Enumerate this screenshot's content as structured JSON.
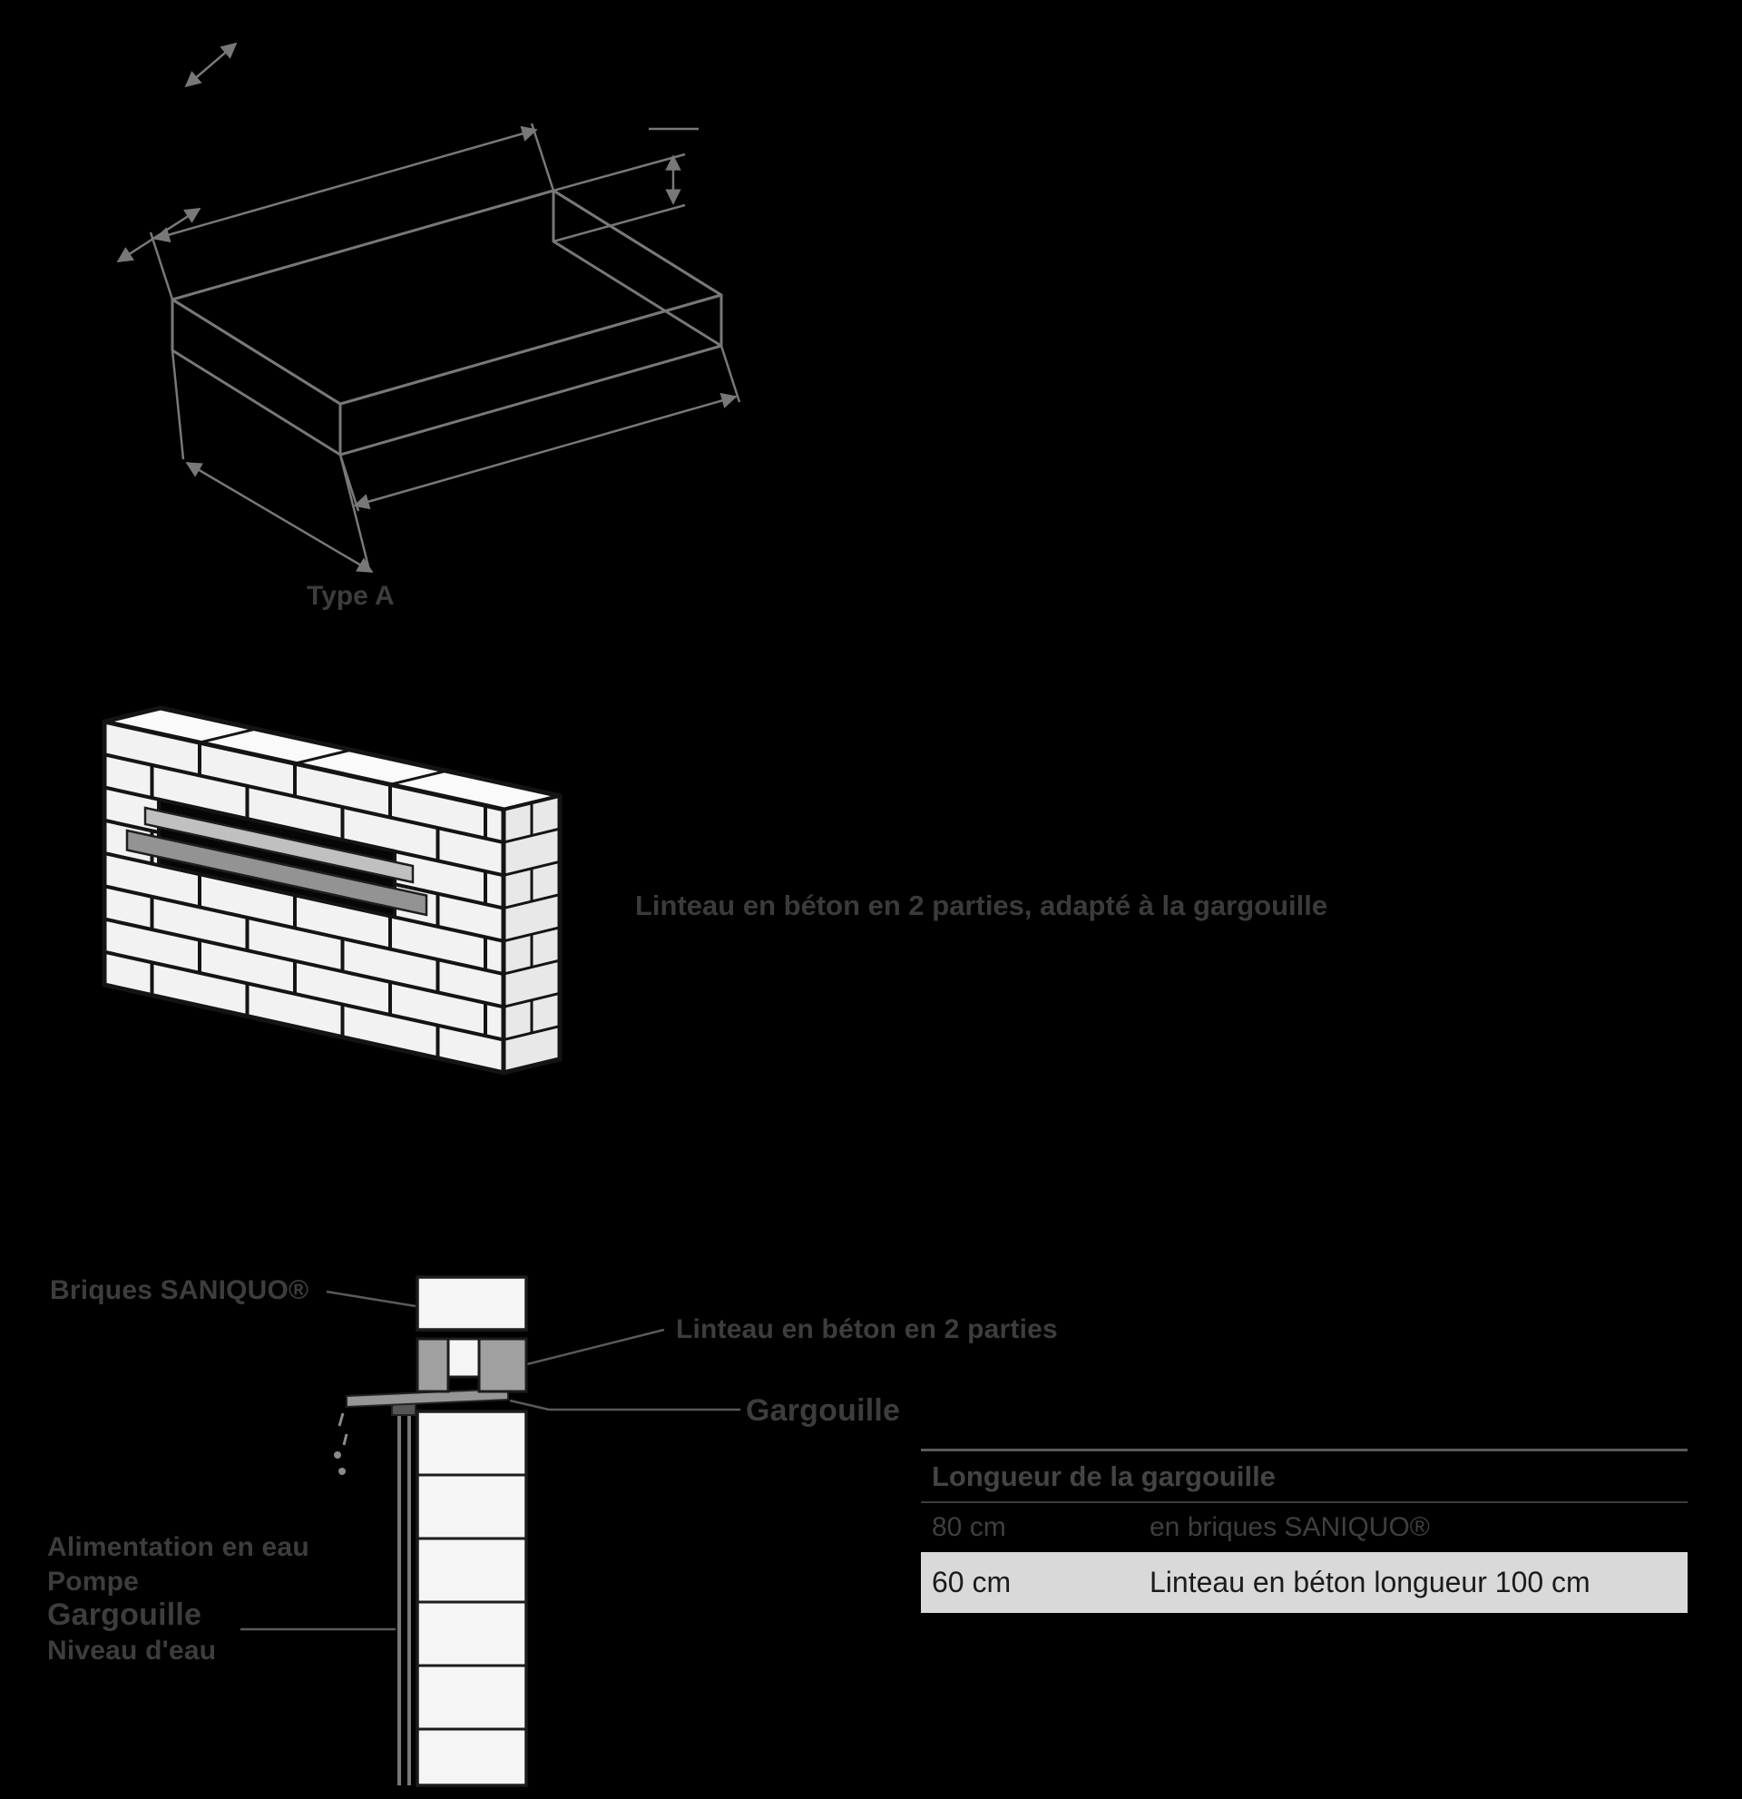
{
  "page": {
    "background": "#000000"
  },
  "colors": {
    "faint_text": "#3d3d3d",
    "drawing_line": "#787878",
    "brick_fill": "#f2f2f2",
    "mortar_line": "#141414",
    "lintel_gray": "#9a9a9a",
    "lintel_gray_light": "#c0c0c0",
    "table_highlight_bg": "#d9d9d9",
    "table_highlight_text": "#1b1b1b"
  },
  "figure_a": {
    "label": "Type A"
  },
  "wall_figure": {
    "caption": "Linteau en béton en 2 parties, adapté à la gargouille"
  },
  "section_figure": {
    "labels": {
      "bricks": "Briques SANIQUO®",
      "lintel": "Linteau en béton en 2 parties",
      "spout_right": "Gargouille",
      "water_supply": "Alimentation en eau",
      "pump": "Pompe",
      "spout_left": "Gargouille",
      "water_level": "Niveau d'eau"
    }
  },
  "table": {
    "title": "Longueur de la gargouille",
    "rows": [
      {
        "length": "80 cm",
        "support": "en briques SANIQUO®",
        "highlight": false
      },
      {
        "length": "60 cm",
        "support": "Linteau en béton longueur 100 cm",
        "highlight": true
      }
    ]
  }
}
